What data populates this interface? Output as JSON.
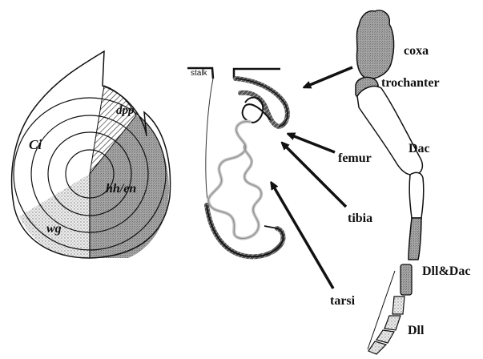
{
  "disc_labels": {
    "dpp": "dpp",
    "ci": "Ci",
    "hh_en": "hh/en",
    "wg": "wg"
  },
  "section_labels": {
    "stalk": "stalk"
  },
  "leg_labels": {
    "coxa": "coxa",
    "trochanter": "trochanter",
    "dac": "Dac",
    "femur": "femur",
    "tibia": "tibia",
    "dll_dac": "Dll&Dac",
    "tarsi": "tarsi",
    "dll": "Dll"
  },
  "colors": {
    "ink": "#111111",
    "stipple_dark": "#9a9a9a",
    "stipple_light": "#d9d9d9",
    "background": "#ffffff"
  }
}
